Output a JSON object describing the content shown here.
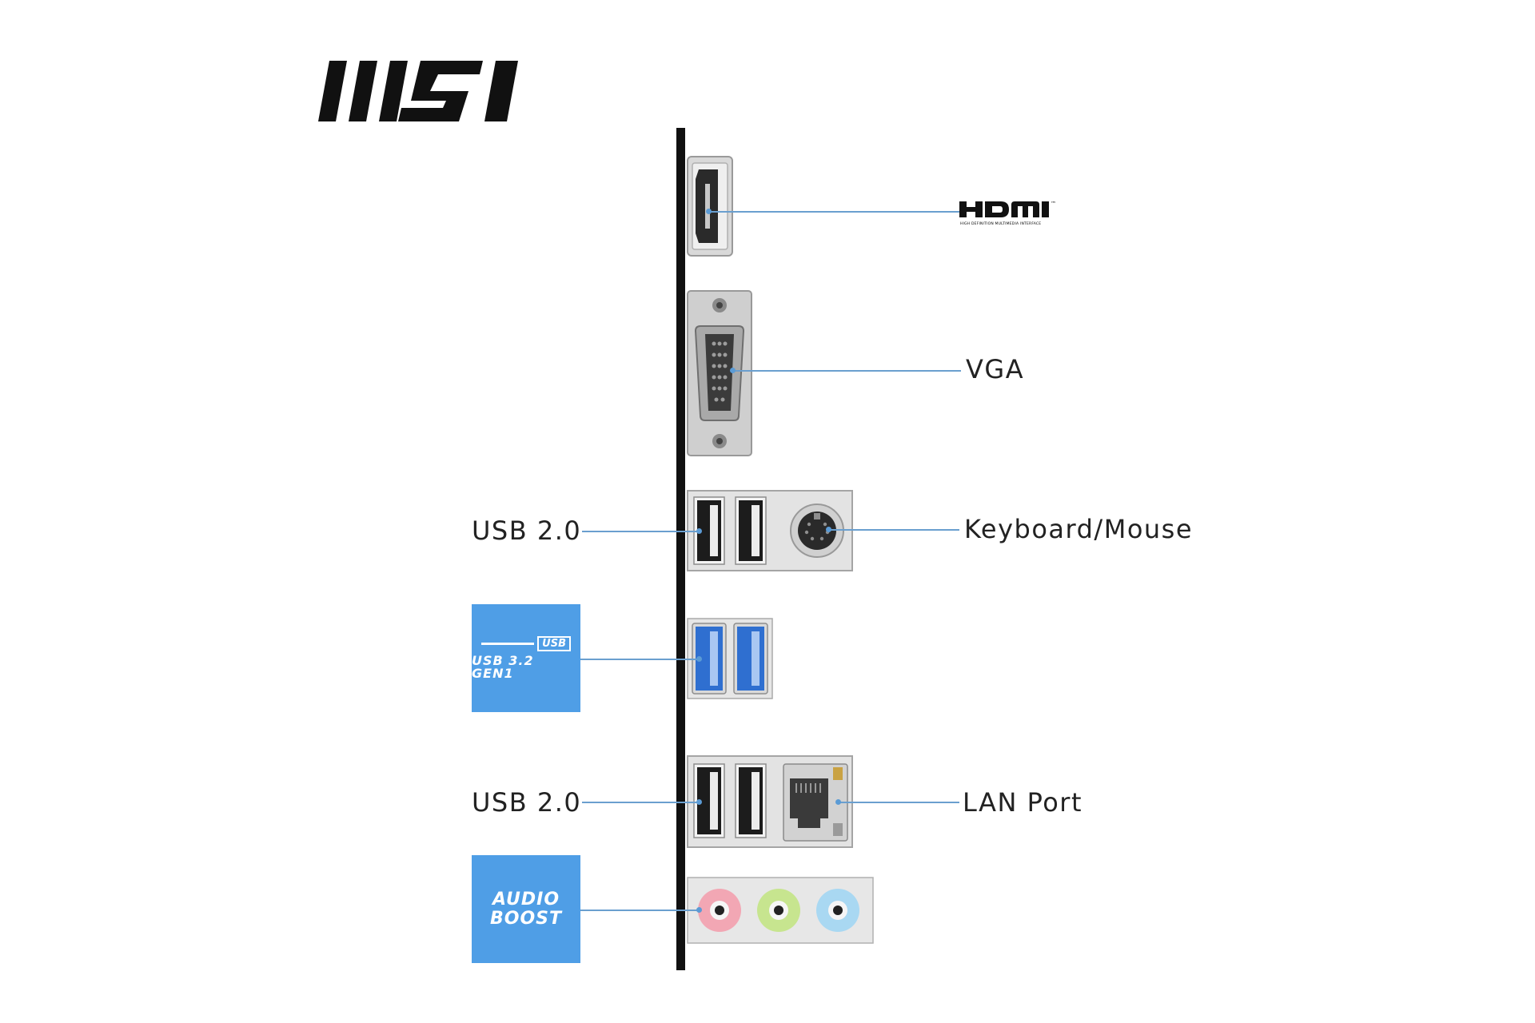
{
  "brand": {
    "logo_text": "MSI"
  },
  "ports": {
    "hdmi": {
      "label": "HDMI",
      "trademark": "™",
      "subtitle": "HIGH DEFINITION MULTIMEDIA INTERFACE"
    },
    "vga": {
      "label": "VGA"
    },
    "usb2_top": {
      "label": "USB 2.0"
    },
    "keyboard_mouse": {
      "label": "Keyboard/Mouse"
    },
    "usb32": {
      "badge_tag": "USB",
      "badge_text": "USB 3.2 GEN1"
    },
    "usb2_bottom": {
      "label": "USB 2.0"
    },
    "lan": {
      "label": "LAN Port"
    },
    "audio": {
      "badge_line1": "AUDIO",
      "badge_line2": "BOOST"
    }
  },
  "colors": {
    "leader": "#6a9fcf",
    "badge": "#4f9ee6",
    "usb3_blue": "#2f6fd0",
    "audio_pink": "#f2a7b4",
    "audio_green": "#c7e58f",
    "audio_blue": "#a9d8f2"
  }
}
